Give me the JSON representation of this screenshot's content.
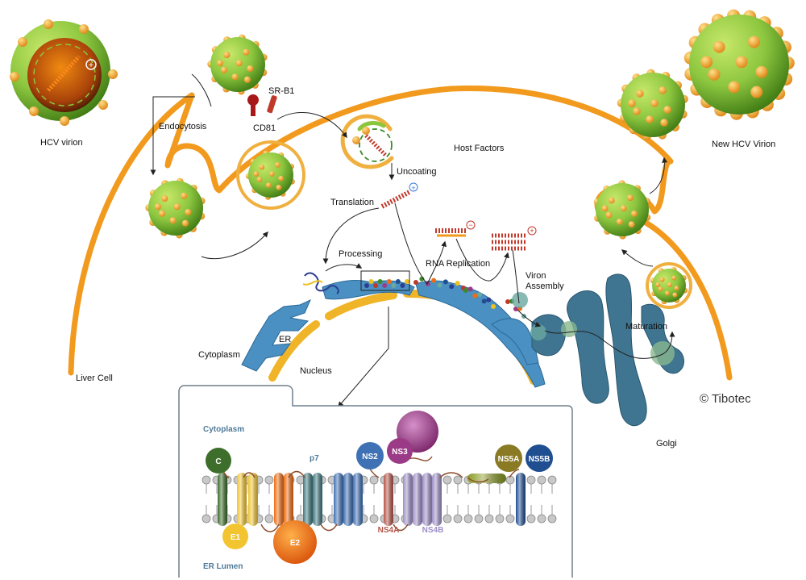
{
  "labels": {
    "hcv_virion": "HCV virion",
    "endocytosis": "Endocytosis",
    "sr_b1": "SR-B1",
    "cd81": "CD81",
    "uncoating": "Uncoating",
    "host_factors": "Host Factors",
    "translation": "Translation",
    "processing": "Processing",
    "rna_replication": "RNA Replication",
    "viron_assembly_1": "Viron",
    "viron_assembly_2": "Assembly",
    "er": "ER",
    "cytoplasm": "Cytoplasm",
    "nucleus": "Nucleus",
    "maturation": "Maturation",
    "golgi": "Golgi",
    "liver_cell": "Liver Cell",
    "new_hcv_virion": "New HCV Virion",
    "copyright": "© Tibotec",
    "plus_sign": "+",
    "minus_sign": "−"
  },
  "inset": {
    "cytoplasm": "Cytoplasm",
    "er_lumen": "ER Lumen",
    "p7": "p7",
    "proteins": {
      "c": "C",
      "e1": "E1",
      "e2": "E2",
      "ns2": "NS2",
      "ns3": "NS3",
      "ns4a": "NS4A",
      "ns4b": "NS4B",
      "ns5a": "NS5A",
      "ns5b": "NS5B"
    }
  },
  "colors": {
    "membrane": "#f29a1e",
    "virion_green": "#8cc63f",
    "virion_spike": "#f5a623",
    "er_blue": "#4a90c2",
    "golgi_blue": "#3f7590",
    "nucleus_envelope": "#f0b428",
    "rna_red": "#c0392b",
    "inset_border": "#6d7f8c",
    "inset_label": "#4f7b98",
    "c": "#3d6e2b",
    "e1": "#f2c530",
    "e2": "#ee6d14",
    "ns2": "#3f71b5",
    "ns3": "#9b3a86",
    "ns4a": "#b5564a",
    "ns4b": "#9f8fc7",
    "ns5a": "#8a7a23",
    "ns5b": "#1f4e91"
  }
}
